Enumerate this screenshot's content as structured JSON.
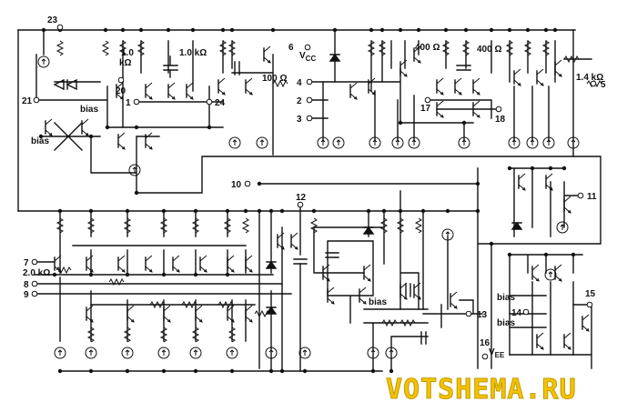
{
  "pins": {
    "p1": "1",
    "p2": "2",
    "p3": "3",
    "p4": "4",
    "p5": "5",
    "p6": "6",
    "p7": "7",
    "p8": "8",
    "p9": "9",
    "p10": "10",
    "p11": "11",
    "p12": "12",
    "p13": "13",
    "p14": "14",
    "p15": "15",
    "p16": "16",
    "p17": "17",
    "p18": "18",
    "p20": "20",
    "p21": "21",
    "p23": "23",
    "p24": "24"
  },
  "labels": {
    "vcc_v": "V",
    "vcc_sub": "CC",
    "vee_v": "V",
    "vee_sub": "EE",
    "bias": "bias",
    "r_1k0_a_top": "1.0",
    "r_1k0_a_bot": "kΩ",
    "r_1k0_b": "1.0 kΩ",
    "r_100": "100 Ω",
    "r_400_a": "400 Ω",
    "r_400_b": "400 Ω",
    "r_1k4": "1.4 kΩ",
    "r_2k0": "2.0 kΩ"
  },
  "watermark": "VOTSHEMA.RU"
}
